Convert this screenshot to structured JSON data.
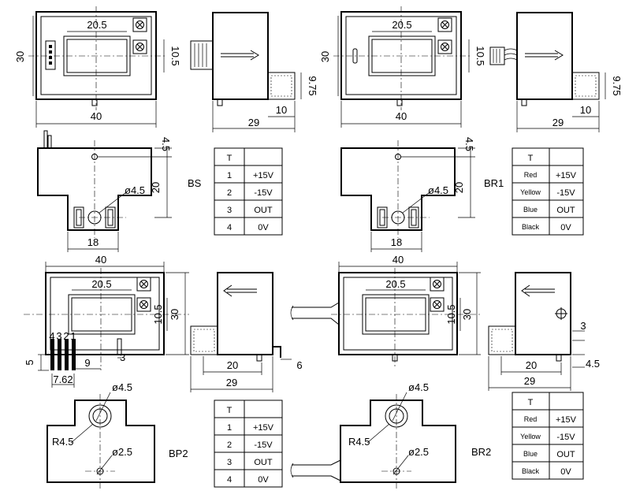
{
  "views": {
    "bs_front": {
      "w": "20.5",
      "h_outer": "30",
      "h_inner": "10.5",
      "w_outer": "40"
    },
    "bs_side": {
      "a": "9.75",
      "b": "10",
      "c": "29"
    },
    "br1_front": {
      "w": "20.5",
      "h_outer": "30",
      "h_inner": "10.5",
      "w_outer": "40"
    },
    "br1_side": {
      "a": "9.75",
      "b": "10",
      "c": "29"
    },
    "bs_bottom": {
      "top": "4.5",
      "height": "20",
      "hole": "ø4.5",
      "width": "18",
      "model": "BS"
    },
    "br1_bottom": {
      "top": "4.5",
      "height": "20",
      "hole": "ø4.5",
      "width": "18",
      "model": "BR1"
    },
    "bp2_front": {
      "w_outer": "40",
      "w": "20.5",
      "h_inner": "10.5",
      "h_outer": "30",
      "pin_pitch": "7.62",
      "pin_off": "9",
      "pin_h": "5",
      "pin_w": "3",
      "pins": [
        "4",
        "3",
        "2",
        "1"
      ]
    },
    "bp2_side": {
      "a": "20",
      "b": "29",
      "c": "6"
    },
    "br2_front": {
      "w_outer": "40",
      "w": "20.5",
      "h_inner": "10.5",
      "h_outer": "30"
    },
    "br2_side": {
      "a": "3",
      "b": "20",
      "c": "4.5",
      "d": "29"
    },
    "bp2_bottom": {
      "hole_top": "ø4.5",
      "radius": "R4.5",
      "hole_bot": "ø2.5",
      "model": "BP2"
    },
    "br2_bottom": {
      "hole_top": "ø4.5",
      "radius": "R4.5",
      "hole_bot": "ø2.5",
      "model": "BR2"
    }
  },
  "tables": {
    "bs": {
      "header": "T",
      "rows": [
        [
          "1",
          "+15V"
        ],
        [
          "2",
          "-15V"
        ],
        [
          "3",
          "OUT"
        ],
        [
          "4",
          "0V"
        ]
      ]
    },
    "br1": {
      "header": "T",
      "rows": [
        [
          "Red",
          "+15V"
        ],
        [
          "Yellow",
          "-15V"
        ],
        [
          "Blue",
          "OUT"
        ],
        [
          "Black",
          "0V"
        ]
      ]
    },
    "bp2": {
      "header": "T",
      "rows": [
        [
          "1",
          "+15V"
        ],
        [
          "2",
          "-15V"
        ],
        [
          "3",
          "OUT"
        ],
        [
          "4",
          "0V"
        ]
      ]
    },
    "br2": {
      "header": "T",
      "rows": [
        [
          "Red",
          "+15V"
        ],
        [
          "Yellow",
          "-15V"
        ],
        [
          "Blue",
          "OUT"
        ],
        [
          "Black",
          "0V"
        ]
      ]
    }
  }
}
